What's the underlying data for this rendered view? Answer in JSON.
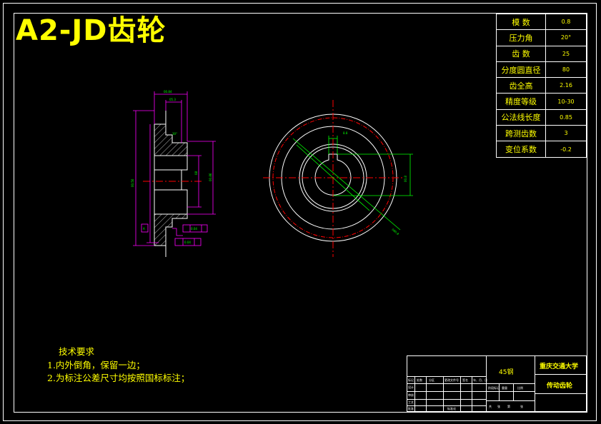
{
  "title": "A2-JD齿轮",
  "params": [
    {
      "label": "模 数",
      "value": "0.8"
    },
    {
      "label": "压力角",
      "value": "20°"
    },
    {
      "label": "齿 数",
      "value": "25"
    },
    {
      "label": "分度圆直径",
      "value": "80"
    },
    {
      "label": "齿全高",
      "value": "2.16"
    },
    {
      "label": "精度等级",
      "value": "10-30"
    },
    {
      "label": "公法线长度",
      "value": "0.85"
    },
    {
      "label": "跨测齿数",
      "value": "3"
    },
    {
      "label": "变位系数",
      "value": "-0.2"
    }
  ],
  "notes": {
    "heading": "技术要求",
    "items": [
      "1.内外倒角，保留一边；",
      "2.为标注公差尺寸均按照国标标注；"
    ]
  },
  "title_block": {
    "material": "45钢",
    "school": "重庆交通大学",
    "part_name": "传动齿轮",
    "grid_labels": [
      "标记",
      "处数",
      "分区",
      "更改文件号",
      "签名",
      "年、月、日"
    ],
    "row_labels": [
      "设计",
      "审核",
      "工艺",
      "批准"
    ],
    "stage_labels": [
      "阶段标记",
      "重量",
      "比例"
    ],
    "sheet_labels": [
      "共",
      "张",
      "第",
      "张"
    ],
    "std_label": "标准化"
  },
  "colors": {
    "yellow": "#ffff00",
    "magenta": "#ff00ff",
    "green": "#00ff00",
    "red": "#ff0000",
    "white": "#ffffff"
  }
}
